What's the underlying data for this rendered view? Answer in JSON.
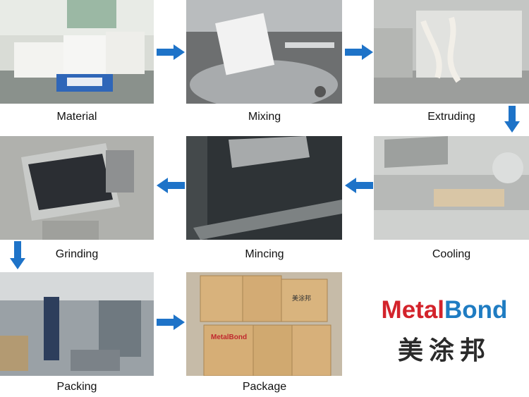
{
  "steps": [
    {
      "label": "Material"
    },
    {
      "label": "Mixing"
    },
    {
      "label": "Extruding"
    },
    {
      "label": "Cooling"
    },
    {
      "label": "Mincing"
    },
    {
      "label": "Grinding"
    },
    {
      "label": "Packing"
    },
    {
      "label": "Package"
    }
  ],
  "logo": {
    "part1": "Metal",
    "part2": "Bond",
    "chinese": "美涂邦"
  },
  "box_brand": "MetalBond",
  "box_brand_cn": "美涂邦",
  "colors": {
    "arrow": "#1e73c8",
    "logo_red": "#d3232b",
    "logo_blue": "#1f7cc2"
  }
}
